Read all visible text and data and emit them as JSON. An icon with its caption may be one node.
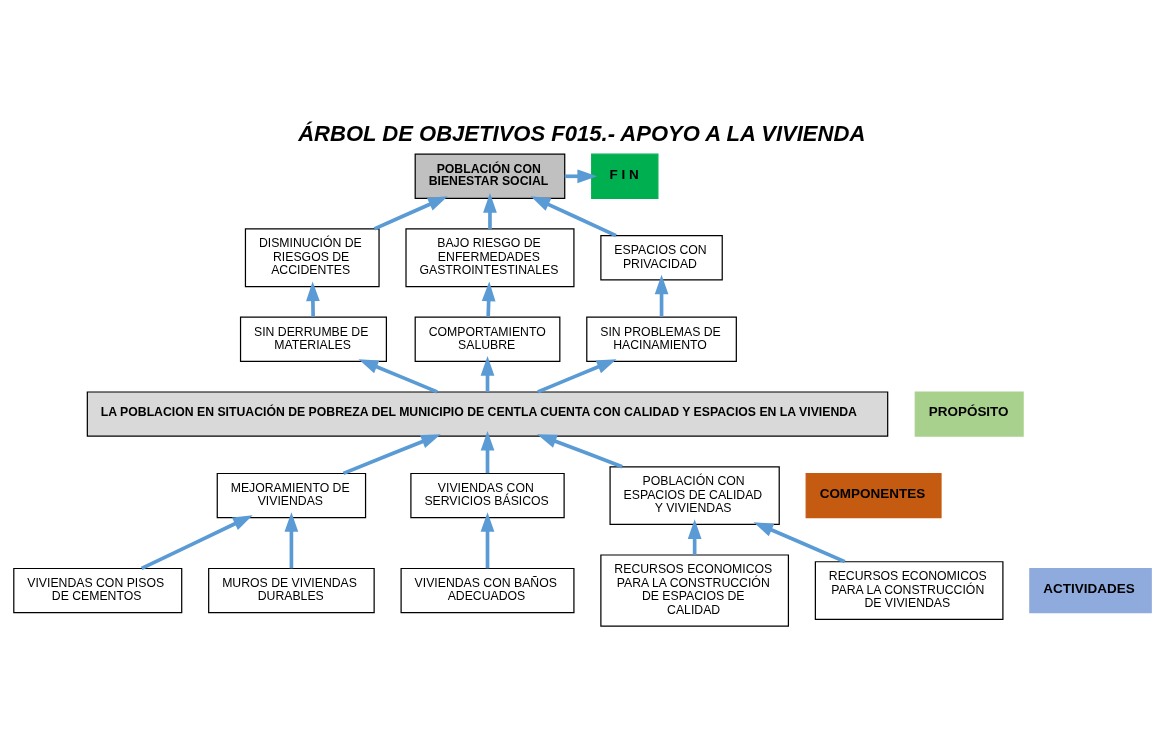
{
  "diagram": {
    "title": "ÁRBOL DE OBJETIVOS F015.- APOYO A LA VIVIENDA",
    "nodes": [
      {
        "text": [
          "POBLACIÓN CON BIENESTAR SOCIAL"
        ]
      },
      {
        "text": [
          "DISMINUCIÓN DE RIESGOS DE ACCIDENTES"
        ]
      },
      {
        "text": [
          "BAJO RIESGO DE ENFERMEDADES GASTROINTESTINALES"
        ]
      },
      {
        "text": [
          "ESPACIOS CON PRIVACIDAD"
        ]
      },
      {
        "text": [
          "SIN DERRUMBE DE MATERIALES"
        ]
      },
      {
        "text": [
          "COMPORTAMIENTO SALUBRE"
        ]
      },
      {
        "text": [
          "SIN PROBLEMAS DE HACINAMIENTO"
        ]
      },
      {
        "text": [
          "LA POBLACION EN SITUACIÓN DE POBREZA DEL MUNICIPIO DE CENTLA CUENTA CON CALIDAD Y ESPACIOS EN LA VIVIENDA"
        ]
      },
      {
        "text": [
          "MEJORAMIENTO DE VIVIENDAS"
        ]
      },
      {
        "text": [
          "VIVIENDAS CON SERVICIOS BÁSICOS"
        ]
      },
      {
        "text": [
          "POBLACIÓN CON ESPACIOS DE CALIDAD Y VIVIENDAS"
        ]
      },
      {
        "text": [
          "VIVIENDAS CON PISOS DE CEMENTOS"
        ]
      },
      {
        "text": [
          "MUROS DE VIVIENDAS DURABLES"
        ]
      },
      {
        "text": [
          "VIVIENDAS CON BAÑOS ADECUADOS"
        ]
      },
      {
        "text": [
          "RECURSOS ECONOMICOS PARA LA CONSTRUCCIÓN DE ESPACIOS DE CALIDAD"
        ]
      },
      {
        "text": [
          "RECURSOS ECONOMICOS PARA LA CONSTRUCCIÓN DE VIVIENDAS"
        ]
      },
      {
        "text": [
          "F I N"
        ]
      },
      {
        "text": [
          "PROPÓSITO"
        ]
      },
      {
        "text": [
          "COMPONENTES"
        ]
      },
      {
        "text": [
          "ACTIVIDADES"
        ]
      }
    ],
    "edges": [
      {
        "from": 1,
        "to": 0,
        "arrow": "to"
      },
      {
        "from": 2,
        "to": 0,
        "arrow": "to"
      },
      {
        "from": 3,
        "to": 0,
        "arrow": "to"
      },
      {
        "from": 4,
        "to": 1,
        "arrow": "to"
      },
      {
        "from": 5,
        "to": 2,
        "arrow": "to"
      },
      {
        "from": 6,
        "to": 3,
        "arrow": "to"
      },
      {
        "from": 7,
        "to": 4,
        "arrow": "to"
      },
      {
        "from": 7,
        "to": 5,
        "arrow": "to"
      },
      {
        "from": 7,
        "to": 6,
        "arrow": "to"
      },
      {
        "from": 8,
        "to": 7,
        "arrow": "to"
      },
      {
        "from": 9,
        "to": 7,
        "arrow": "to"
      },
      {
        "from": 10,
        "to": 7,
        "arrow": "to"
      },
      {
        "from": 11,
        "to": 8,
        "arrow": "to"
      },
      {
        "from": 12,
        "to": 8,
        "arrow": "to"
      },
      {
        "from": 13,
        "to": 9,
        "arrow": "to"
      },
      {
        "from": 14,
        "to": 10,
        "arrow": "to"
      },
      {
        "from": 15,
        "to": 10,
        "arrow": "to"
      },
      {
        "from": 0,
        "to": 16,
        "arrow": "to"
      }
    ]
  }
}
